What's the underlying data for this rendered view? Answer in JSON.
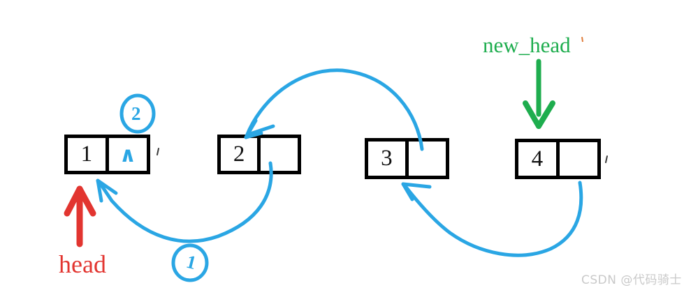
{
  "nodes": [
    {
      "value": "1",
      "pointer": "∧"
    },
    {
      "value": "2",
      "pointer": ""
    },
    {
      "value": "3",
      "pointer": ""
    },
    {
      "value": "4",
      "pointer": ""
    }
  ],
  "labels": {
    "head": "head",
    "new_head": "new_head"
  },
  "annotations": {
    "step_above_node1": "2",
    "step_below_node2": "1"
  },
  "watermark": "CSDN @代码骑士",
  "colors": {
    "sketch_blue": "#2aa6e4",
    "head_red": "#e23530",
    "new_head_green": "#1ead4e",
    "box_black": "#000000",
    "watermark_gray": "#c9c9c9"
  }
}
